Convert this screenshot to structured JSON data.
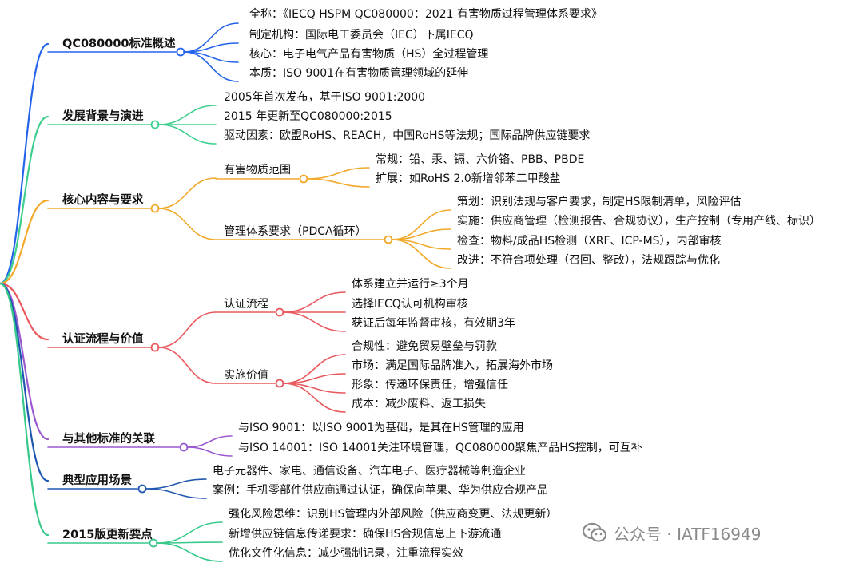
{
  "colors": {
    "blue": "#2563eb",
    "green": "#3ecf8e",
    "orange": "#f2a92b",
    "red": "#e8585d",
    "purple": "#9b59d0",
    "navy": "#1e56b0",
    "teal": "#36c98a"
  },
  "watermark": {
    "text": "公众号 · IATF16949",
    "icon": "wechat-official-account-icon"
  },
  "sections": {
    "overview": {
      "title": "QC080000标准概述",
      "items": [
        "全称：《IECQ HSPM QC080000：2021 有害物质过程管理体系要求》",
        "制定机构：国际电工委员会（IEC）下属IECQ",
        "核心：电子电气产品有害物质（HS）全过程管理",
        "本质：ISO 9001在有害物质管理领域的延伸"
      ]
    },
    "background": {
      "title": "发展背景与演进",
      "items": [
        "2005年首次发布，基于ISO 9001:2000",
        "2015 年更新至QC080000:2015",
        "驱动因素：欧盟RoHS、REACH，中国RoHS等法规；国际品牌供应链要求"
      ]
    },
    "core": {
      "title": "核心内容与要求",
      "scope": {
        "label": "有害物质范围",
        "items": [
          "常规：铅、汞、镉、六价铬、PBB、PBDE",
          "扩展：如RoHS 2.0新增邻苯二甲酸盐"
        ]
      },
      "pdca": {
        "label": "管理体系要求（PDCA循环）",
        "items": [
          "策划：识别法规与客户要求，制定HS限制清单，风险评估",
          "实施：供应商管理（检测报告、合规协议），生产控制（专用产线、标识）",
          "检查：物料/成品HS检测（XRF、ICP-MS），内部审核",
          "改进：不符合项处理（召回、整改），法规跟踪与优化"
        ]
      }
    },
    "cert": {
      "title": "认证流程与价值",
      "process": {
        "label": "认证流程",
        "items": [
          "体系建立并运行≥3个月",
          "选择IECQ认可机构审核",
          "获证后每年监督审核，有效期3年"
        ]
      },
      "value": {
        "label": "实施价值",
        "items": [
          "合规性：避免贸易壁垒与罚款",
          "市场：满足国际品牌准入，拓展海外市场",
          "形象：传递环保责任，增强信任",
          "成本：减少废料、返工损失"
        ]
      }
    },
    "relation": {
      "title": "与其他标准的关联",
      "items": [
        "与ISO 9001：以ISO 9001为基础，是其在HS管理的应用",
        "与ISO 14001：ISO 14001关注环境管理，QC080000聚焦产品HS控制，可互补"
      ]
    },
    "application": {
      "title": "典型应用场景",
      "items": [
        "电子元器件、家电、通信设备、汽车电子、医疗器械等制造企业",
        "案例：手机零部件供应商通过认证，确保向苹果、华为供应合规产品"
      ]
    },
    "update": {
      "title": "2015版更新要点",
      "items": [
        "强化风险思维：识别HS管理内外部风险（供应商变更、法规更新）",
        "新增供应链信息传递要求：确保HS合规信息上下游流通",
        "优化文件化信息：减少强制记录，注重流程实效"
      ]
    }
  }
}
